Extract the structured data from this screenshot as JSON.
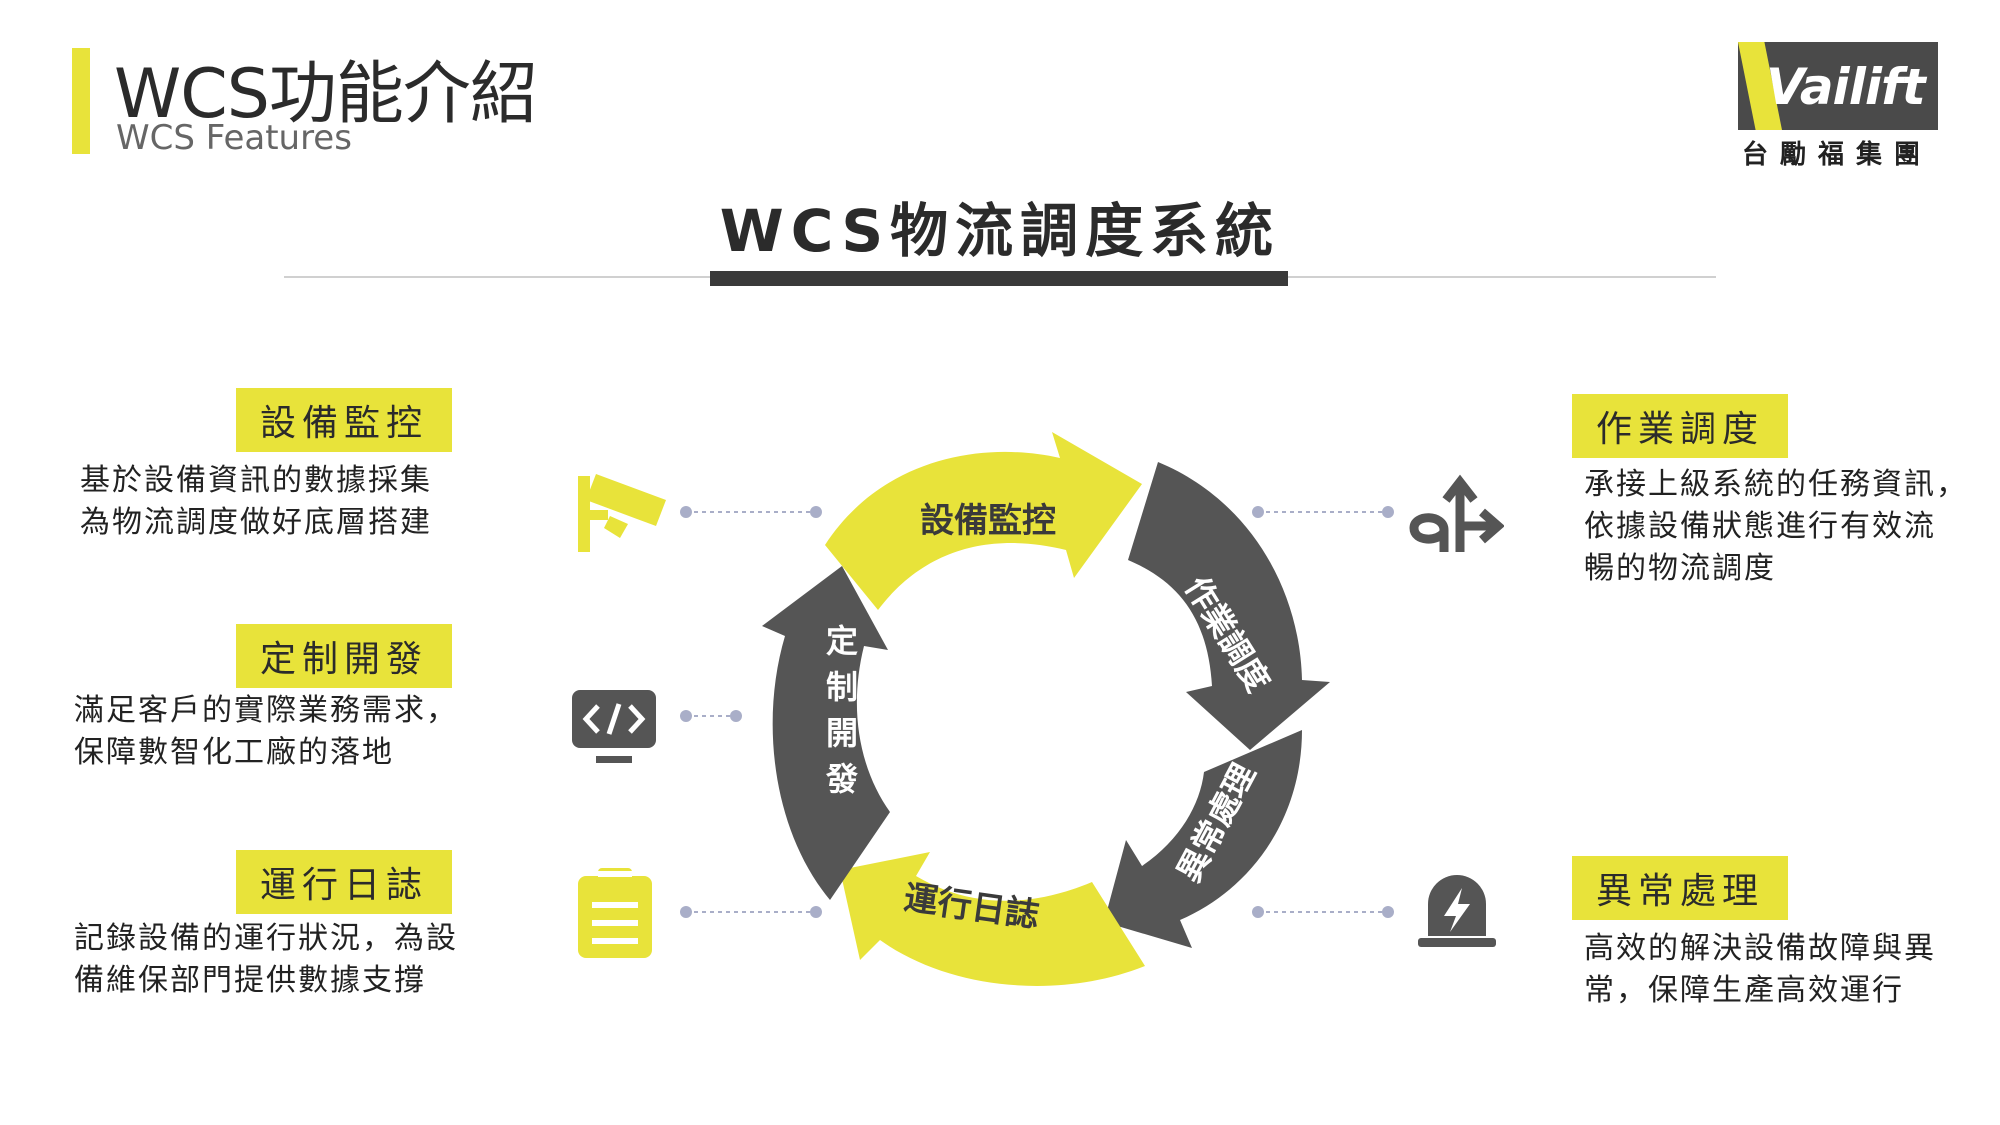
{
  "header": {
    "title": "WCS功能介紹",
    "subtitle": "WCS Features"
  },
  "logo": {
    "brand": "Vailift",
    "group": "台勵福集團"
  },
  "section": {
    "title": "WCS物流調度系統"
  },
  "cycle": {
    "segments": [
      "設備監控",
      "作業調度",
      "異常處理",
      "運行日誌",
      "定制開發"
    ]
  },
  "features": {
    "equipment": {
      "tag": "設備監控",
      "lines": [
        "基於設備資訊的數據採集",
        "為物流調度做好底層搭建"
      ]
    },
    "custom": {
      "tag": "定制開發",
      "lines": [
        "滿足客戶的實際業務需求，",
        "保障數智化工廠的落地"
      ]
    },
    "log": {
      "tag": "運行日誌",
      "lines": [
        "記錄設備的運行狀況，為設",
        "備維保部門提供數據支撐"
      ]
    },
    "dispatch": {
      "tag": "作業調度",
      "lines": [
        "承接上級系統的任務資訊，",
        "依據設備狀態進行有效流",
        "暢的物流調度"
      ]
    },
    "exception": {
      "tag": "異常處理",
      "lines": [
        "高效的解決設備故障與異",
        "常，保障生產高效運行"
      ]
    }
  },
  "colors": {
    "accent_yellow": "#e8e33a",
    "dark_gray": "#555555",
    "text": "#222222"
  },
  "icons": [
    "camera-icon",
    "code-icon",
    "clipboard-icon",
    "route-arrows-icon",
    "alarm-icon"
  ]
}
